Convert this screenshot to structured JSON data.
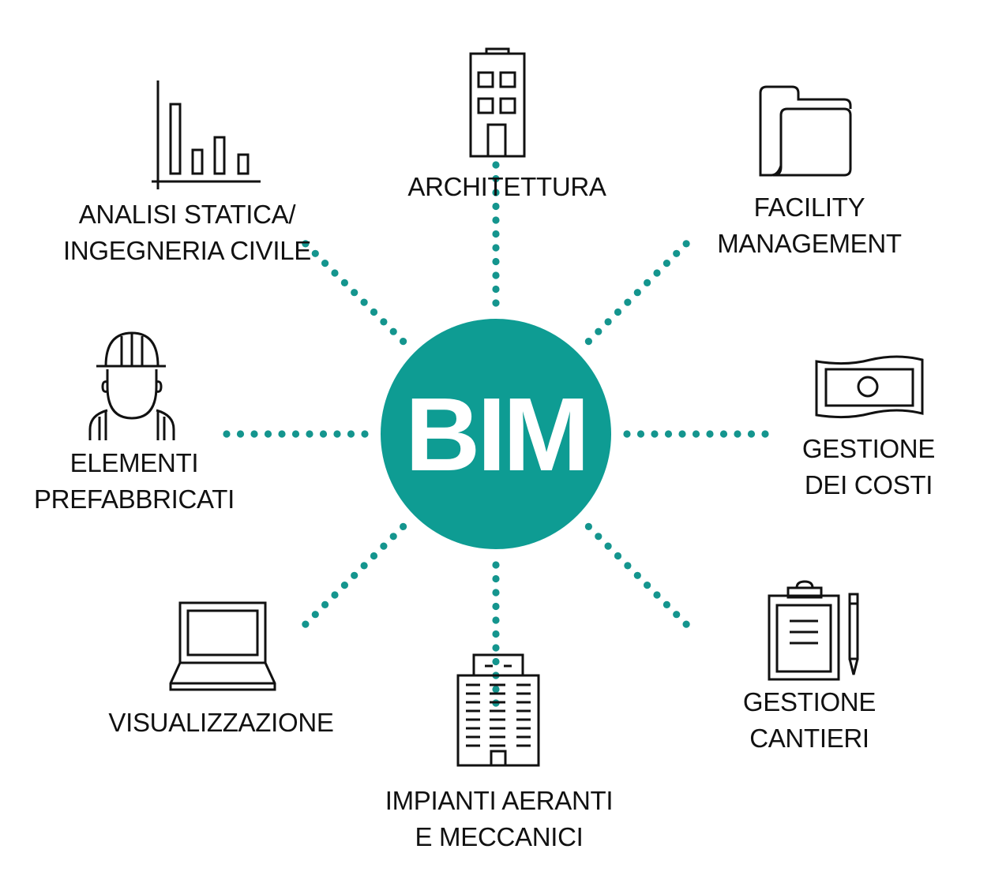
{
  "center": {
    "label": "BIM",
    "color": "#0e9c93"
  },
  "dot_color": "#14958e",
  "nodes": [
    {
      "id": "architettura",
      "icon": "building-icon",
      "lines": [
        "ARCHITETTURA"
      ]
    },
    {
      "id": "facility",
      "icon": "folder-icon",
      "lines": [
        "FACILITY",
        "MANAGEMENT"
      ]
    },
    {
      "id": "costi",
      "icon": "banknote-icon",
      "lines": [
        "GESTIONE",
        "DEI COSTI"
      ]
    },
    {
      "id": "cantieri",
      "icon": "clipboard-pencil-icon",
      "lines": [
        "GESTIONE",
        "CANTIERI"
      ]
    },
    {
      "id": "impianti",
      "icon": "office-tower-icon",
      "lines": [
        "IMPIANTI AERANTI",
        "E MECCANICI"
      ]
    },
    {
      "id": "visualizzazione",
      "icon": "laptop-icon",
      "lines": [
        "VISUALIZZAZIONE"
      ]
    },
    {
      "id": "prefabbricati",
      "icon": "construction-worker-icon",
      "lines": [
        "ELEMENTI",
        "PREFABBRICATI"
      ]
    },
    {
      "id": "analisi",
      "icon": "bar-chart-icon",
      "lines": [
        "ANALISI STATICA/",
        "INGEGNERIA CIVILE"
      ]
    }
  ]
}
